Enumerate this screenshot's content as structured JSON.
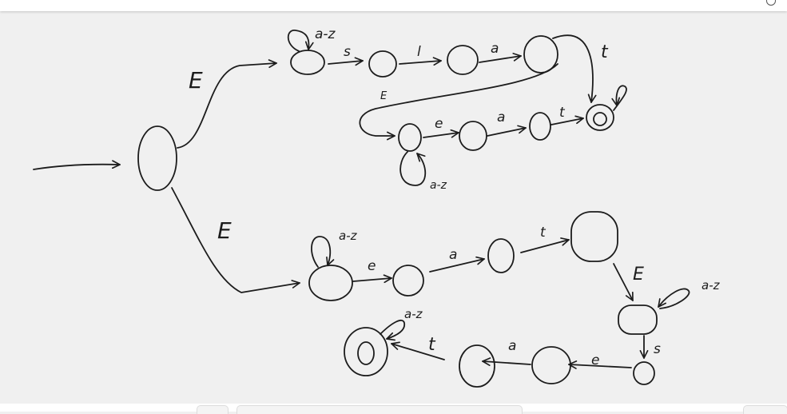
{
  "diagram": {
    "type": "nfa",
    "ink_color": "#1c1c1c",
    "background": "#f0f0f0",
    "labels": {
      "eps_upper": "E",
      "eps_lower": "E",
      "top_loop_1": "a-z",
      "top_s": "s",
      "top_l": "l",
      "top_a": "a",
      "top_t": "t",
      "top_eps": "E",
      "top2_loop": "a-z",
      "top2_e": "e",
      "top2_a": "a",
      "top2_t": "t",
      "bot_loop_1": "a-z",
      "bot_e": "e",
      "bot_a": "a",
      "bot_t": "t",
      "bot_eps": "E",
      "bot_loop_2": "a-z",
      "bot_s": "s",
      "bot_e2": "e",
      "bot_a2": "a",
      "bot_t2": "t",
      "bot_loop_3": "a-z"
    }
  },
  "icons": {
    "corner": "circle-icon"
  }
}
